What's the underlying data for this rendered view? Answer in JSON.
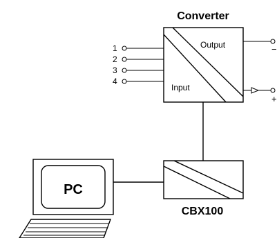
{
  "converter": {
    "title": "Converter",
    "output_label": "Output",
    "input_label": "Input",
    "pins": [
      "1",
      "2",
      "3",
      "4"
    ],
    "output_signs": {
      "minus": "−",
      "plus": "+"
    }
  },
  "interface": {
    "label": "CBX100"
  },
  "computer": {
    "label": "PC"
  }
}
